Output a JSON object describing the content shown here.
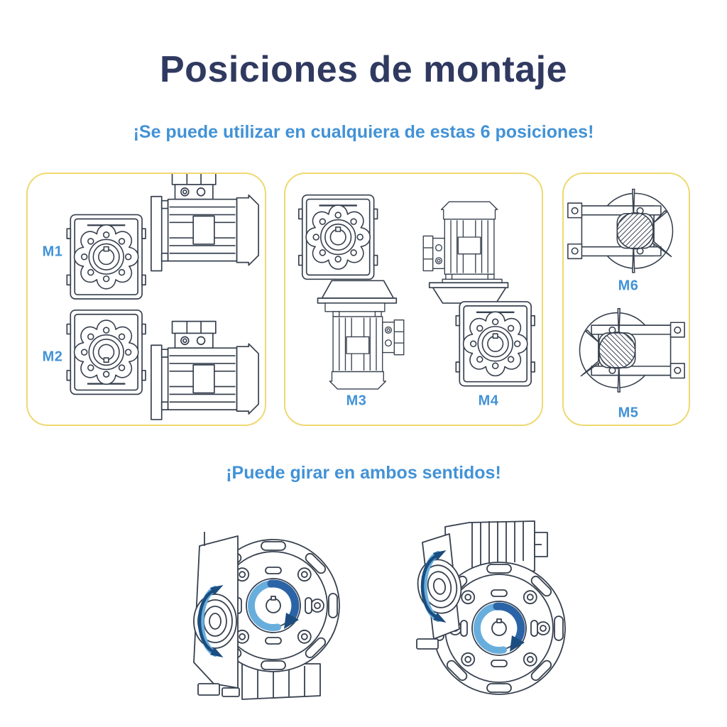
{
  "title": {
    "text": "Posiciones de montaje"
  },
  "subtitles": {
    "top": "¡Se puede utilizar en cualquiera de estas 6 posiciones!",
    "bottom": "¡Puede girar en ambos sentidos!"
  },
  "position_labels": {
    "m1": "M1",
    "m2": "M2",
    "m3": "M3",
    "m4": "M4",
    "m5": "M5",
    "m6": "M6"
  },
  "panels": [
    {
      "name": "panel-m1-m2",
      "positions": [
        "M1",
        "M2"
      ]
    },
    {
      "name": "panel-m3-m4",
      "positions": [
        "M3",
        "M4"
      ]
    },
    {
      "name": "panel-m6-m5",
      "positions": [
        "M6",
        "M5"
      ]
    }
  ],
  "drawings": {
    "m1": "worm-gearbox-front-with-motor-right",
    "m2": "worm-gearbox-front-with-motor-right-low",
    "m3": "worm-gearbox-top-motor-hanging-below",
    "m4": "motor-on-top-worm-gearbox-below",
    "m6": "gearmotor-top-view-motor-left",
    "m5": "gearmotor-bottom-view-motor-right",
    "bottom_left": "gearbox-3d-flange-right-rotation-arrows",
    "bottom_right": "gearbox-3d-flange-lower-right-rotation-arrows"
  },
  "icons": {
    "rotation_arrow": "clockwise-rotation-arrow",
    "input_shaft_arrow": "double-headed-curved-arrow"
  },
  "colors": {
    "background": "#ffffff",
    "title_navy": "#303a60",
    "accent_blue": "#4292d6",
    "panel_border_yellow": "#eed971",
    "line_art_ink": "#37404e",
    "arrow_light_blue": "#68aedd",
    "arrow_mid_blue": "#2b64a6",
    "arrow_dark_blue": "#1b4d80"
  }
}
